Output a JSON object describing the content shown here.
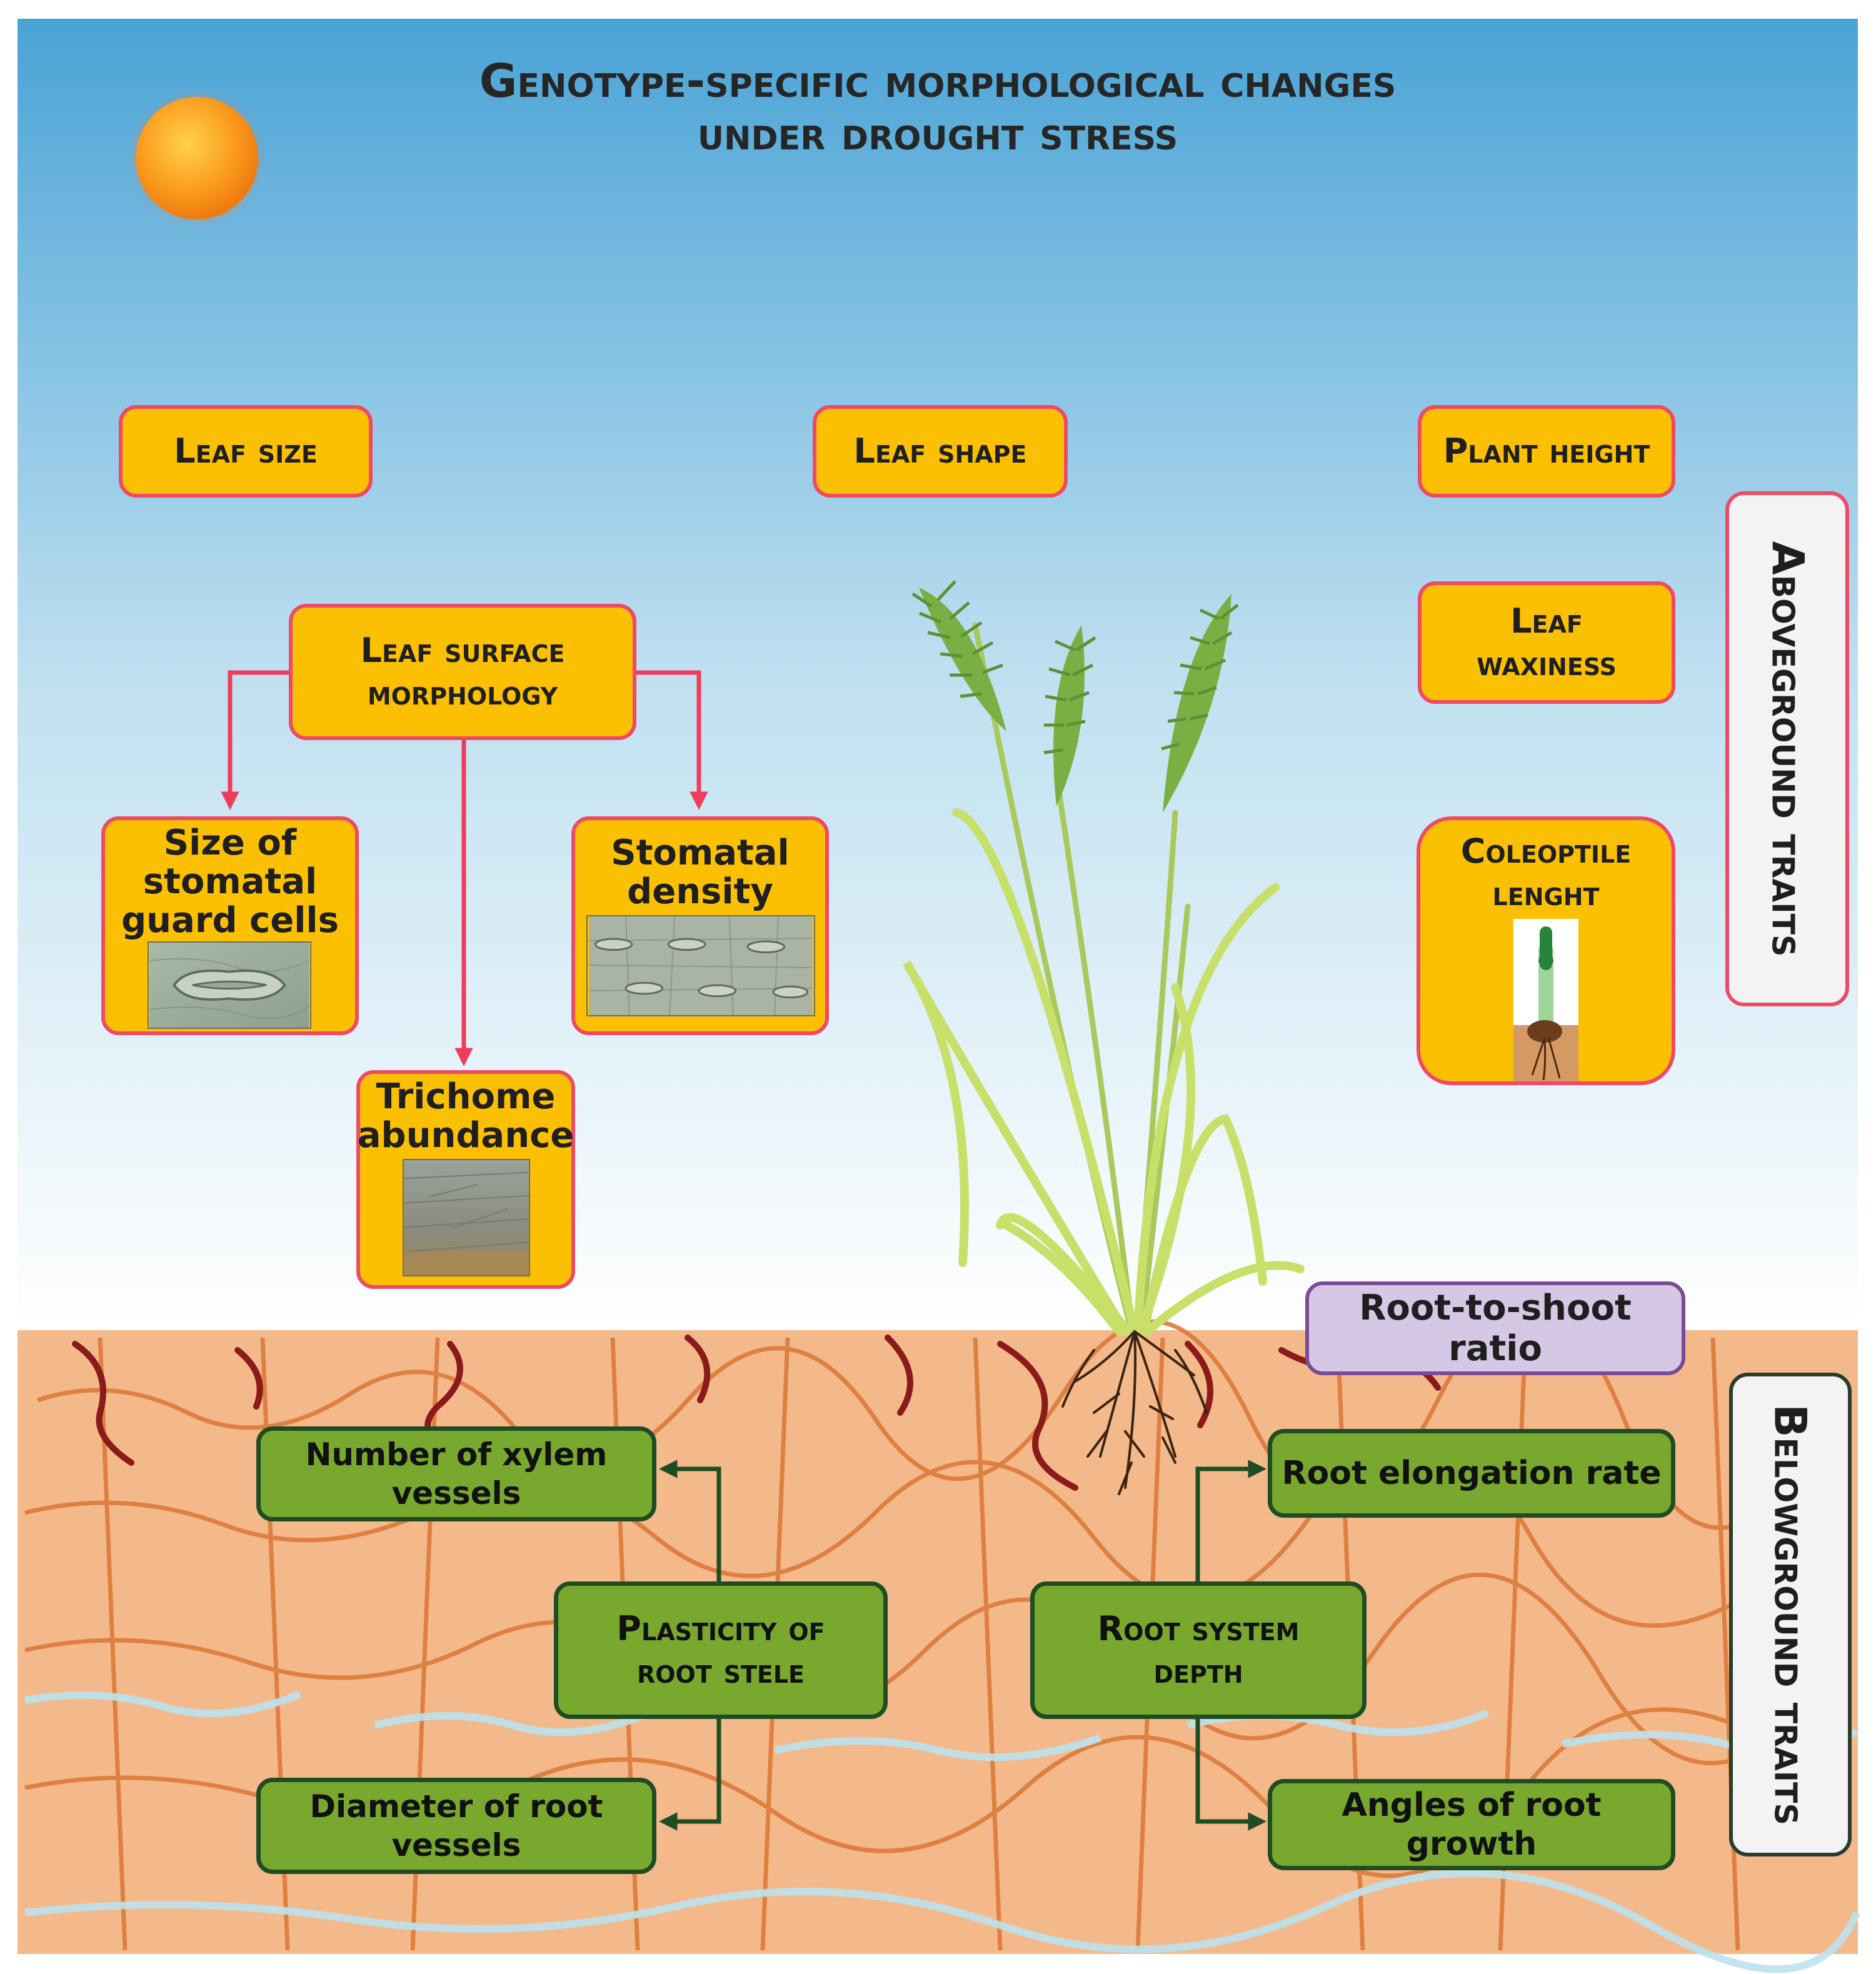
{
  "title": {
    "line1": "Genotype-specific morphological changes",
    "line2": "under drought stress"
  },
  "aboveground": {
    "leaf_size": "Leaf size",
    "leaf_shape": "Leaf shape",
    "plant_height": "Plant height",
    "leaf_waxiness": {
      "line1": "Leaf",
      "line2": "waxiness"
    },
    "coleoptile_length": {
      "line1": "Coleoptile",
      "line2": "lenght"
    },
    "leaf_surface_morphology": {
      "line1": "Leaf surface",
      "line2": "morphology"
    },
    "stomatal_guard_cells": {
      "line1": "Size of",
      "line2": "stomatal",
      "line3": "guard cells"
    },
    "stomatal_density": {
      "line1": "Stomatal",
      "line2": "density"
    },
    "trichome_abundance": {
      "line1": "Trichome",
      "line2": "abundance"
    },
    "side_label": "Aboveground traits"
  },
  "belowground": {
    "root_to_shoot_ratio": "Root-to-shoot ratio",
    "xylem_vessels": {
      "line1": "Number of xylem",
      "line2": "vessels"
    },
    "root_stele": {
      "line1": "Plasticity of",
      "line2": "root stele"
    },
    "root_vessel_diameter": {
      "line1": "Diameter of root",
      "line2": "vessels"
    },
    "root_system_depth": {
      "line1": "Root system",
      "line2": "depth"
    },
    "root_elongation_rate": "Root elongation rate",
    "root_growth_angles": "Angles of root growth",
    "side_label": "Belowground traits"
  },
  "colors": {
    "sky_top": "#4aa3d6",
    "soil": "#f4b98a",
    "soil_crack": "#8b1a1a",
    "trait_box_above": "#fcc002",
    "trait_box_above_border": "#ee4a66",
    "trait_box_below": "#78a82e",
    "trait_box_below_border": "#1f4d23",
    "arrow_above": "#ee3d5c",
    "arrow_below": "#1f4d23",
    "plant": "#9bc43c"
  },
  "icons": [
    "sun-icon",
    "wheat-plant-icon",
    "coleoptile-seedling-icon",
    "plant-roots-icon"
  ]
}
